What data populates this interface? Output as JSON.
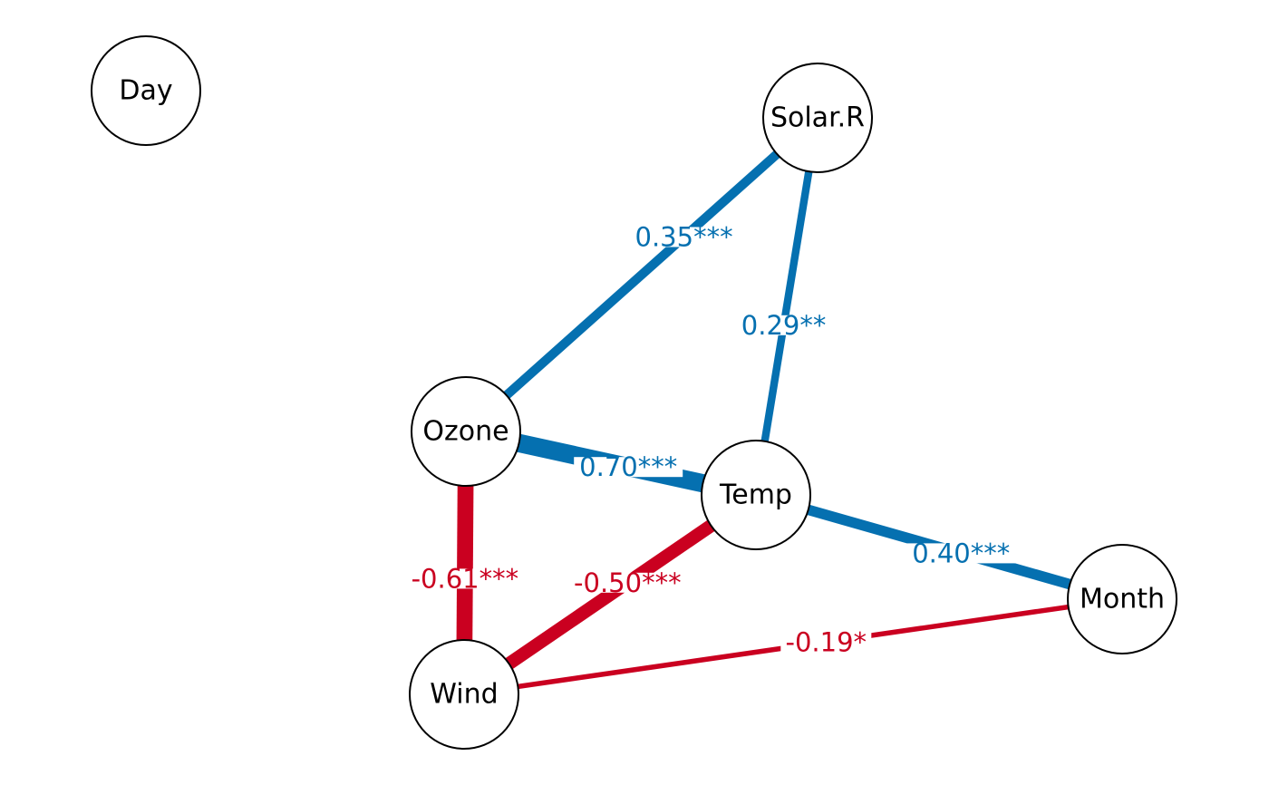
{
  "colors": {
    "positive": "#0570b0",
    "negative": "#ca0020",
    "node_fill": "#ffffff",
    "node_stroke": "#000000"
  },
  "nodes": [
    {
      "id": "day",
      "label": "Day"
    },
    {
      "id": "solar",
      "label": "Solar.R"
    },
    {
      "id": "ozone",
      "label": "Ozone"
    },
    {
      "id": "temp",
      "label": "Temp"
    },
    {
      "id": "month",
      "label": "Month"
    },
    {
      "id": "wind",
      "label": "Wind"
    }
  ],
  "edges": [
    {
      "id": "ozone-solar",
      "from": "ozone",
      "to": "solar",
      "r": 0.35,
      "label": "0.35***"
    },
    {
      "id": "solar-temp",
      "from": "solar",
      "to": "temp",
      "r": 0.29,
      "label": "0.29**"
    },
    {
      "id": "ozone-temp",
      "from": "ozone",
      "to": "temp",
      "r": 0.7,
      "label": "0.70***"
    },
    {
      "id": "temp-month",
      "from": "temp",
      "to": "month",
      "r": 0.4,
      "label": "0.40***"
    },
    {
      "id": "ozone-wind",
      "from": "ozone",
      "to": "wind",
      "r": -0.61,
      "label": "-0.61***"
    },
    {
      "id": "temp-wind",
      "from": "temp",
      "to": "wind",
      "r": -0.5,
      "label": "-0.50***"
    },
    {
      "id": "wind-month",
      "from": "wind",
      "to": "month",
      "r": -0.19,
      "label": "-0.19*"
    }
  ]
}
